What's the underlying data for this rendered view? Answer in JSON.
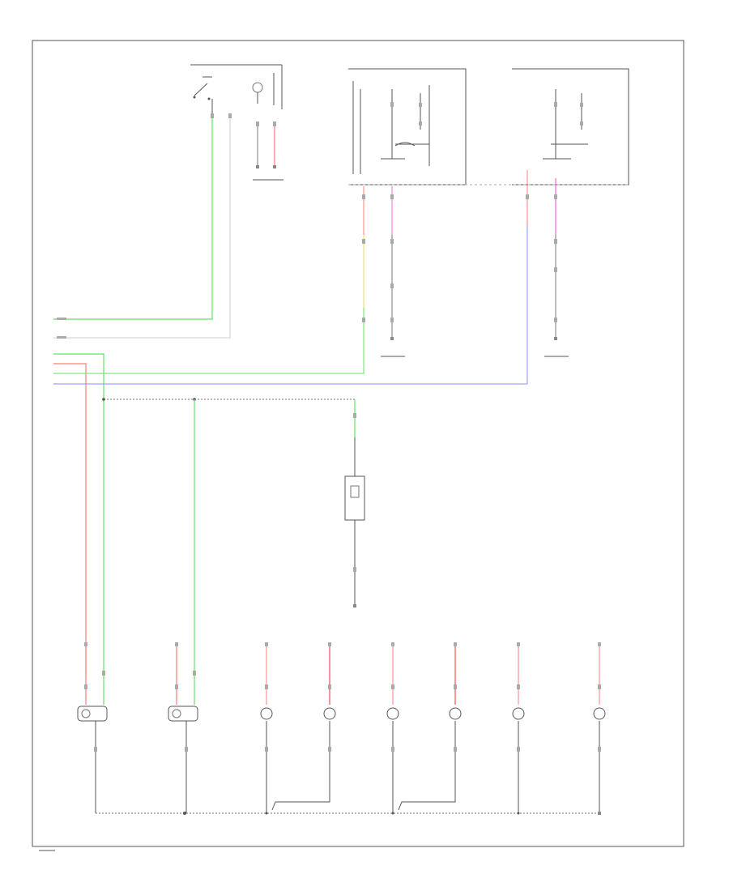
{
  "diagram": {
    "title": "",
    "footer_label": "",
    "colors": {
      "green_wire": "#66e066",
      "red_wire": "#ff7b7b",
      "pink_wire": "#f06ad6",
      "blue_wire": "#8d8dff",
      "white_wire": "#cccccc",
      "yellow_wire": "#e6d870",
      "black_wire": "#777777",
      "frame": "#555555"
    },
    "components": [
      {
        "id": "top-switch",
        "kind": "switch"
      },
      {
        "id": "front-door-switch",
        "kind": "switch-module"
      },
      {
        "id": "rear-door-switch",
        "kind": "switch-module"
      },
      {
        "id": "center-module",
        "kind": "module"
      },
      {
        "id": "bottom-lamps",
        "kind": "lamp",
        "count": 8
      }
    ]
  }
}
